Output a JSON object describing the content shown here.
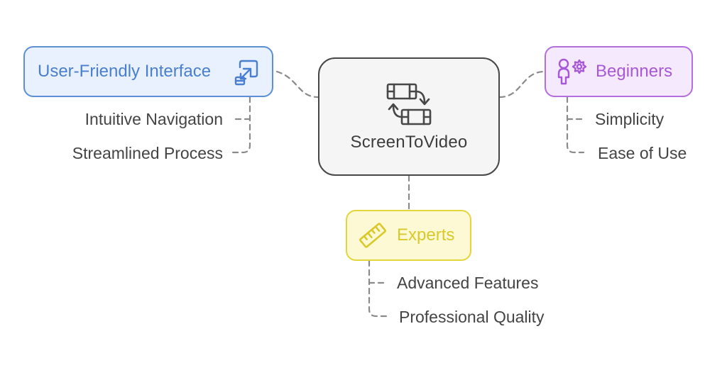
{
  "diagram": {
    "type": "mind-map",
    "center": {
      "label": "ScreenToVideo",
      "icon": "film-swap-icon",
      "colors": {
        "fill": "#f5f5f5",
        "stroke": "#474747",
        "text": "#3d3d3d"
      }
    },
    "branches": [
      {
        "id": "user-friendly-interface",
        "label": "User-Friendly Interface",
        "icon": "resize-arrow-icon",
        "colors": {
          "fill": "#e8f1fd",
          "stroke": "#5b8fd8",
          "text": "#4a7fd0"
        },
        "children": [
          "Intuitive Navigation",
          "Streamlined Process"
        ]
      },
      {
        "id": "beginners",
        "label": "Beginners",
        "icon": "user-gear-icon",
        "colors": {
          "fill": "#f5e9fd",
          "stroke": "#b36ee0",
          "text": "#a757d8"
        },
        "children": [
          "Simplicity",
          "Ease of Use"
        ]
      },
      {
        "id": "experts",
        "label": "Experts",
        "icon": "ruler-icon",
        "colors": {
          "fill": "#fdf9d4",
          "stroke": "#e3d63a",
          "text": "#d9c92a"
        },
        "children": [
          "Advanced Features",
          "Professional Quality"
        ]
      }
    ],
    "connector_color": "#8a8a8a",
    "child_text_color": "#444444"
  }
}
